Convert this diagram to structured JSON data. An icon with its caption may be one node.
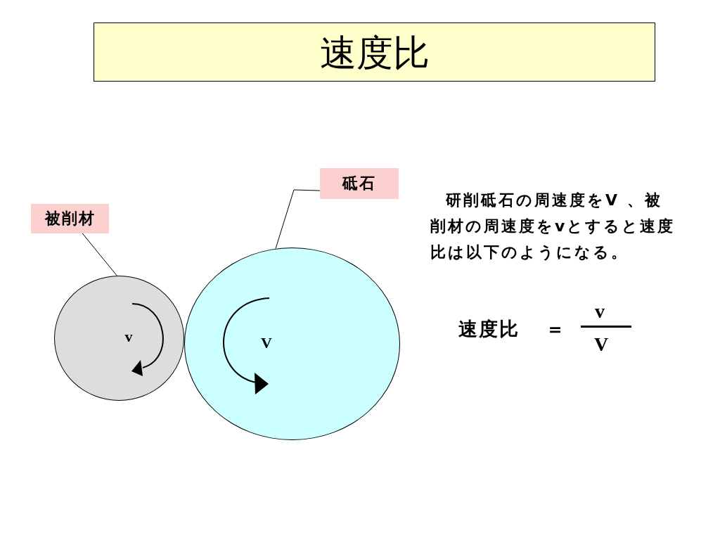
{
  "diagram": {
    "title": "速度比",
    "nodes": [
      {
        "text": [
          "被削材"
        ]
      },
      {
        "text": [
          "砥石"
        ]
      },
      {
        "text": [
          "v"
        ]
      },
      {
        "text": [
          "V"
        ]
      }
    ],
    "edges": [
      {
        "from": 0,
        "to": 2,
        "arrow": "none"
      },
      {
        "from": 1,
        "to": 3,
        "arrow": "none"
      }
    ],
    "labels": [
      "研削砥石の周速度をV 、被削材の周速度をvとすると速度比は以下のようになる。",
      "速度比",
      "＝",
      "v",
      "V"
    ]
  }
}
